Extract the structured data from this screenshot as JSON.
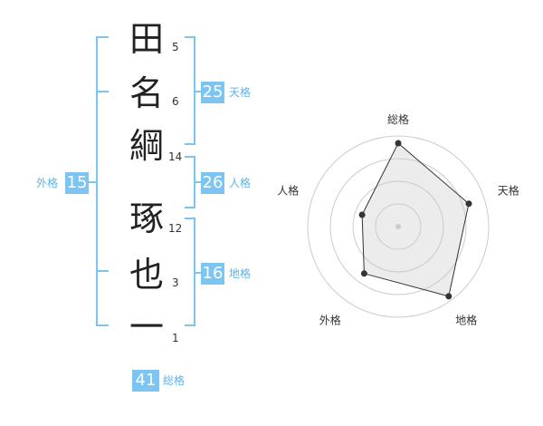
{
  "name": {
    "chars": [
      {
        "char": "田",
        "strokes": "5"
      },
      {
        "char": "名",
        "strokes": "6"
      },
      {
        "char": "綱",
        "strokes": "14"
      },
      {
        "char": "琢",
        "strokes": "12"
      },
      {
        "char": "也",
        "strokes": "3"
      },
      {
        "char": "一",
        "strokes": "1"
      }
    ]
  },
  "scores": {
    "tenkaku": {
      "value": "25",
      "label": "天格"
    },
    "jinkaku": {
      "value": "26",
      "label": "人格"
    },
    "chikaku": {
      "value": "16",
      "label": "地格"
    },
    "gaikaku": {
      "value": "15",
      "label": "外格"
    },
    "soukaku": {
      "value": "41",
      "label": "総格"
    }
  },
  "accent_color": "#7cc4f2",
  "chart_data": {
    "type": "radar",
    "axes": [
      "総格",
      "天格",
      "地格",
      "外格",
      "人格"
    ],
    "values": [
      0.92,
      0.82,
      0.95,
      0.64,
      0.42
    ],
    "rings": 4,
    "max": 1
  }
}
